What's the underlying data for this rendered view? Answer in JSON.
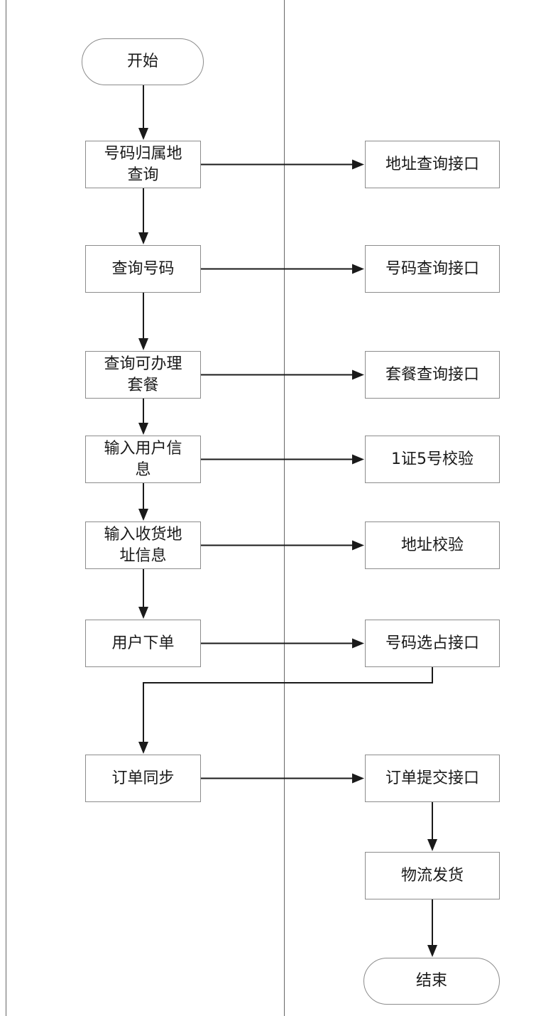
{
  "left_lane": {
    "start": {
      "lines": [
        "开始"
      ]
    },
    "query_location": {
      "lines": [
        "号码归属地",
        "查询"
      ]
    },
    "query_number": {
      "lines": [
        "查询号码"
      ]
    },
    "query_package": {
      "lines": [
        "查询可办理",
        "套餐"
      ]
    },
    "input_user_info": {
      "lines": [
        "输入用户信",
        "息"
      ]
    },
    "input_address": {
      "lines": [
        "输入收货地",
        "址信息"
      ]
    },
    "place_order": {
      "lines": [
        "用户下单"
      ]
    },
    "order_sync": {
      "lines": [
        "订单同步"
      ]
    }
  },
  "right_lane": {
    "address_query_api": {
      "lines": [
        "地址查询接口"
      ]
    },
    "number_query_api": {
      "lines": [
        "号码查询接口"
      ]
    },
    "package_query_api": {
      "lines": [
        "套餐查询接口"
      ]
    },
    "id_check": {
      "lines": [
        "1证5号校验"
      ]
    },
    "address_check": {
      "lines": [
        "地址校验"
      ]
    },
    "number_reserve_api": {
      "lines": [
        "号码选占接口"
      ]
    },
    "order_submit_api": {
      "lines": [
        "订单提交接口"
      ]
    },
    "logistics": {
      "lines": [
        "物流发货"
      ]
    },
    "end": {
      "lines": [
        "结束"
      ]
    }
  },
  "colors": {
    "stroke": "#1a1a1a",
    "box_border": "#8c8c8c",
    "lane": "#666666",
    "fill": "#ffffff",
    "text": "#1a1a1a"
  }
}
